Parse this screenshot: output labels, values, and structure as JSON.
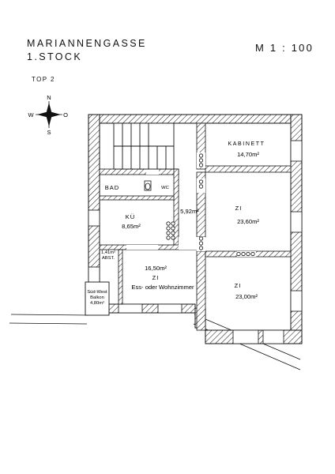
{
  "header": {
    "street": "MARIANNENGASSE",
    "floor": "1.STOCK",
    "scale": "M 1 : 100",
    "unit": "TOP 2"
  },
  "compass": {
    "north": "N",
    "east": "O",
    "south": "S",
    "west": "W"
  },
  "rooms": {
    "kabinett": {
      "name": "KABINETT",
      "area": "14,70m²"
    },
    "bad": {
      "name": "BAD"
    },
    "wc": {
      "name": "WC"
    },
    "kueche": {
      "name": "KÜ",
      "area": "8,65m²"
    },
    "flur": {
      "area": "5,92m²"
    },
    "zimmer_mitte": {
      "name": "ZI",
      "area": "23,60m²"
    },
    "abstellraum": {
      "area": "1,41m²",
      "name": "ABST."
    },
    "wohnzimmer": {
      "area": "16,50m²",
      "name": "ZI",
      "description": "Ess- oder Wohnzimmer"
    },
    "zimmer_unten": {
      "name": "ZI",
      "area": "23,00m²"
    },
    "balkon": {
      "line1": "Süd-West",
      "line2": "Balkon",
      "line3": "4,80m²"
    }
  }
}
